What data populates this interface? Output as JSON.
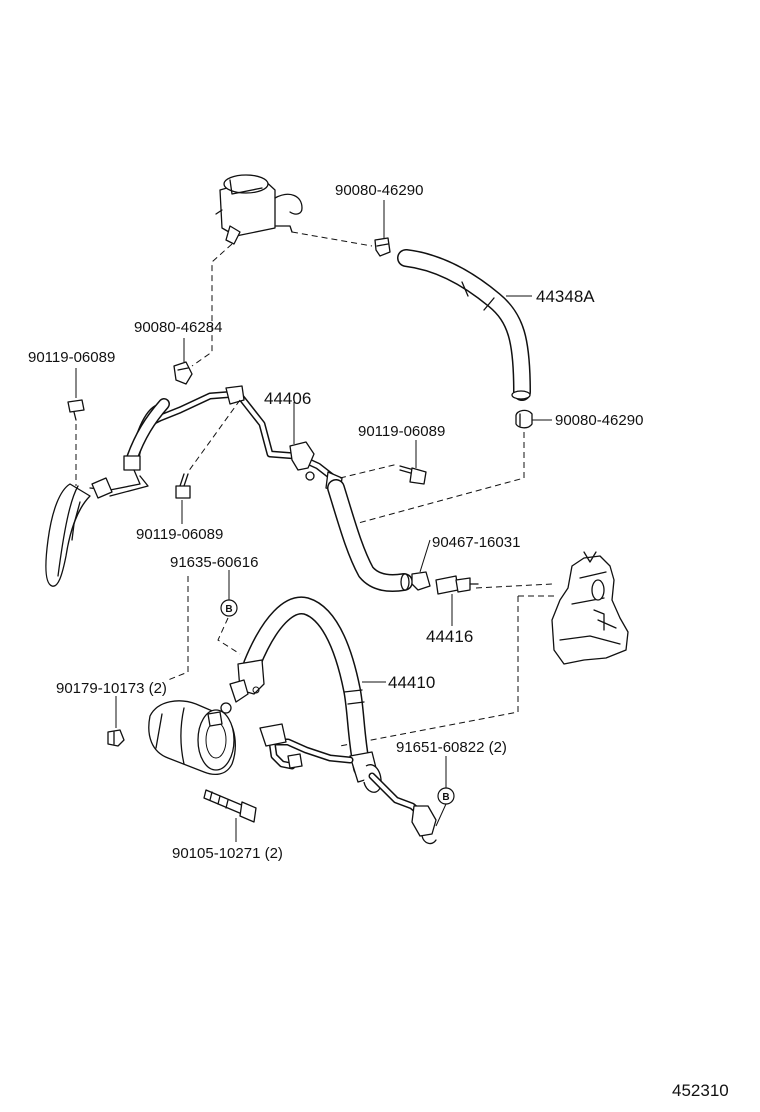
{
  "diagram_id": "452310",
  "labels": {
    "p_90080_46290_top": "90080-46290",
    "p_44348A": "44348A",
    "p_90080_46284": "90080-46284",
    "p_90119_06089_left": "90119-06089",
    "p_44406": "44406",
    "p_90119_06089_right": "90119-06089",
    "p_90080_46290_mid": "90080-46290",
    "p_90119_06089_center": "90119-06089",
    "p_90467_16031": "90467-16031",
    "p_91635_60616": "91635-60616",
    "p_44416": "44416",
    "p_44410": "44410",
    "p_90179_10173": "90179-10173 (2)",
    "p_91651_60822": "91651-60822 (2)",
    "p_90105_10271": "90105-10271 (2)"
  },
  "markers": {
    "b1": "B",
    "b2": "B"
  }
}
